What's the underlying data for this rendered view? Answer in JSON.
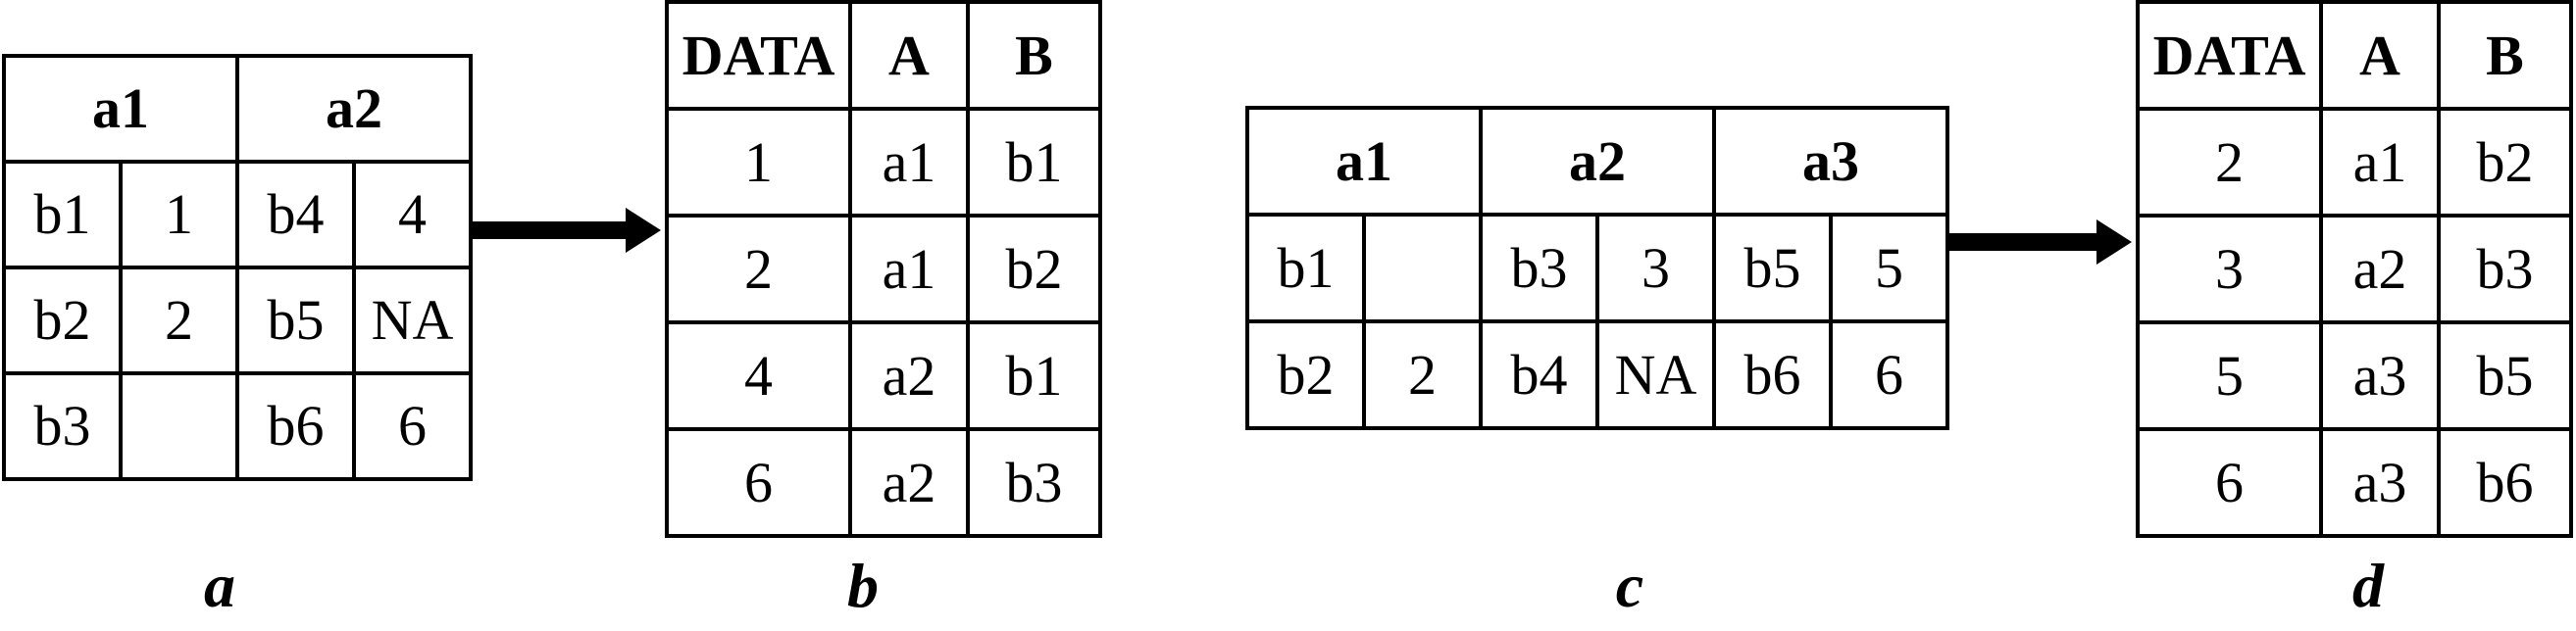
{
  "panel_a": {
    "label": "a",
    "header": [
      "a1",
      "a2"
    ],
    "rows": [
      [
        "b1",
        "1",
        "b4",
        "4"
      ],
      [
        "b2",
        "2",
        "b5",
        "NA"
      ],
      [
        "b3",
        "",
        "b6",
        "6"
      ]
    ]
  },
  "panel_b": {
    "label": "b",
    "header": [
      "DATA",
      "A",
      "B"
    ],
    "rows": [
      [
        "1",
        "a1",
        "b1"
      ],
      [
        "2",
        "a1",
        "b2"
      ],
      [
        "4",
        "a2",
        "b1"
      ],
      [
        "6",
        "a2",
        "b3"
      ]
    ]
  },
  "panel_c": {
    "label": "c",
    "header": [
      "a1",
      "a2",
      "a3"
    ],
    "rows": [
      [
        "b1",
        "",
        "b3",
        "3",
        "b5",
        "5"
      ],
      [
        "b2",
        "2",
        "b4",
        "NA",
        "b6",
        "6"
      ]
    ]
  },
  "panel_d": {
    "label": "d",
    "header": [
      "DATA",
      "A",
      "B"
    ],
    "rows": [
      [
        "2",
        "a1",
        "b2"
      ],
      [
        "3",
        "a2",
        "b3"
      ],
      [
        "5",
        "a3",
        "b5"
      ],
      [
        "6",
        "a3",
        "b6"
      ]
    ]
  }
}
